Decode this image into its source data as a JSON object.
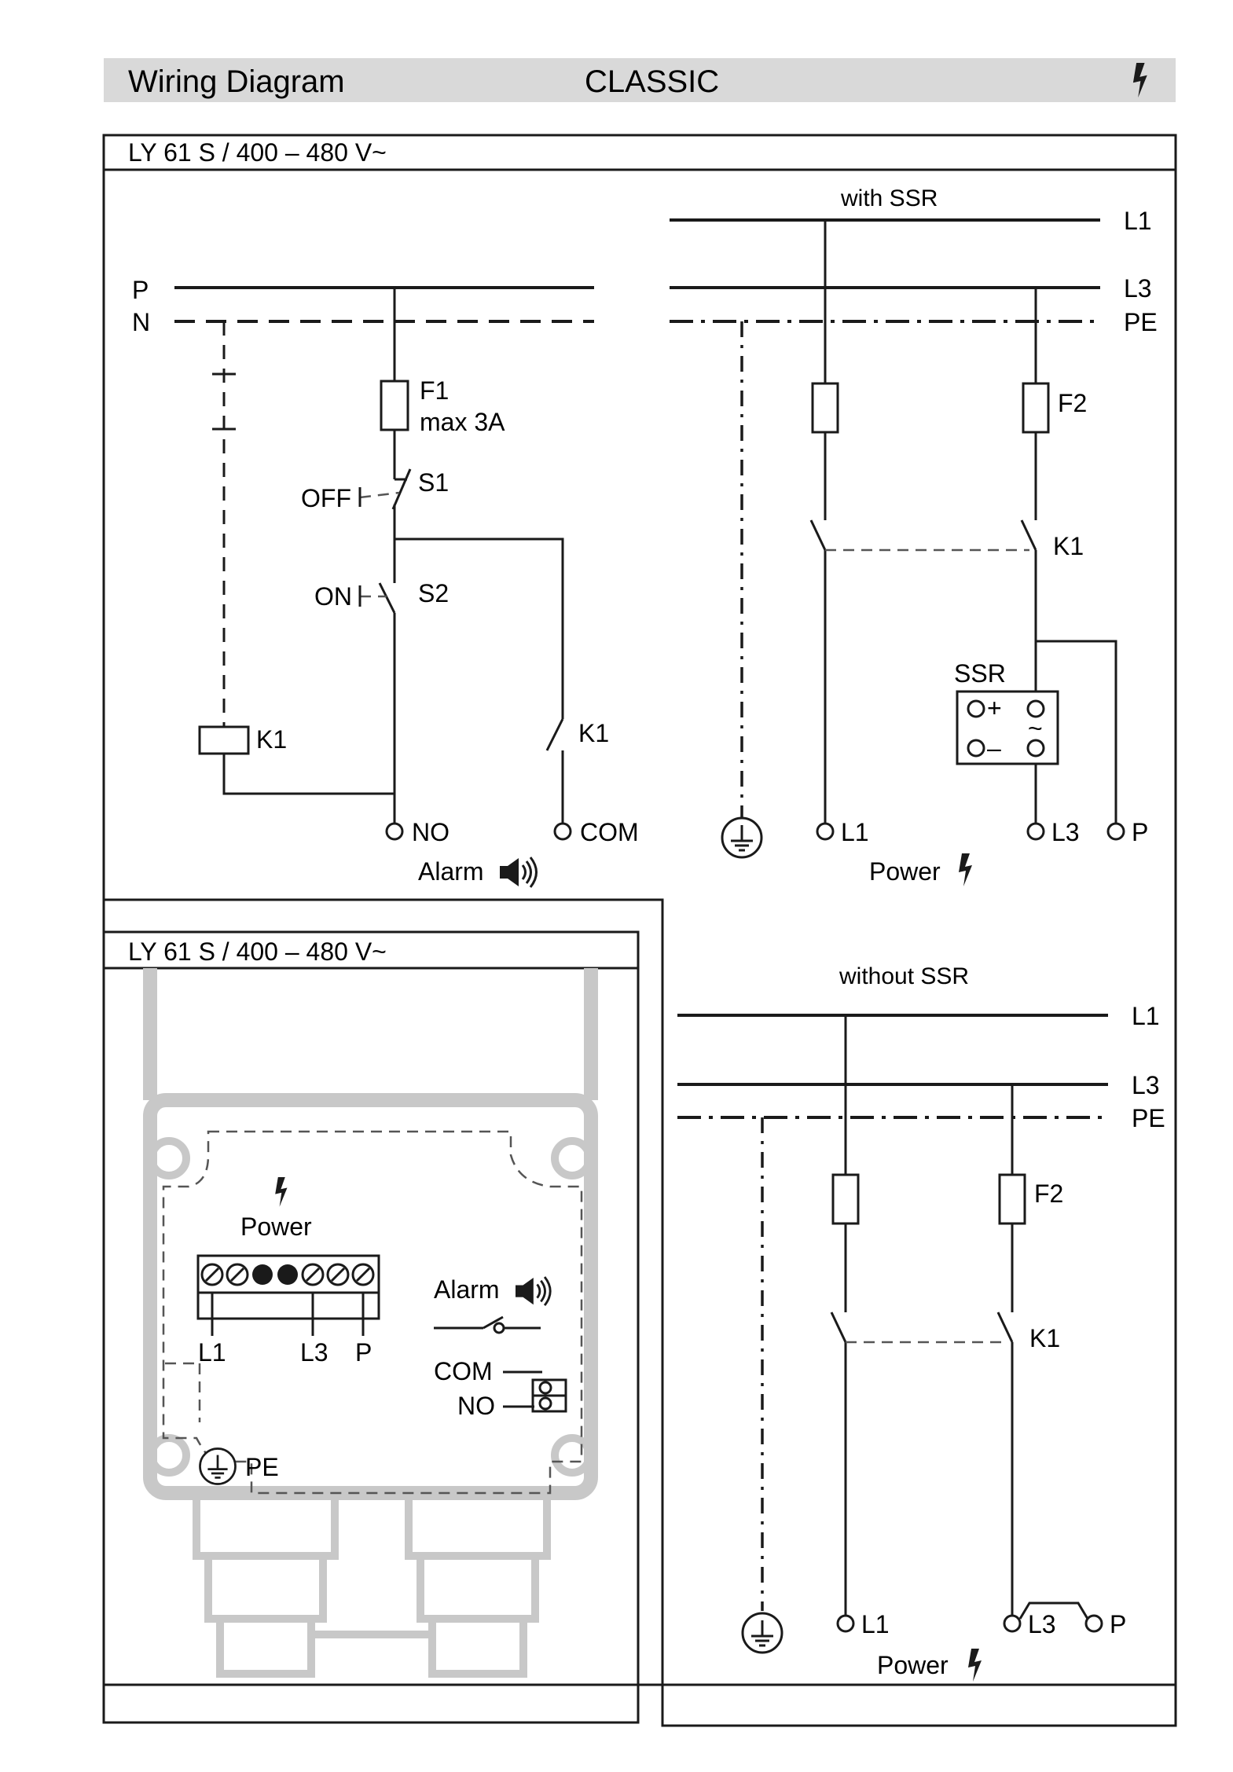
{
  "header": {
    "title": "Wiring Diagram",
    "center": "CLASSIC"
  },
  "panel_top": {
    "model": "LY 61 S / 400 – 480 V~",
    "alarm_circuit": {
      "rail_p": "P",
      "rail_n": "N",
      "fuse_label": "F1",
      "fuse_rating": "max 3A",
      "switch_off_label": "OFF",
      "switch_s1": "S1",
      "switch_on_label": "ON",
      "switch_s2": "S2",
      "relay_coil": "K1",
      "relay_contact": "K1",
      "terminal_no": "NO",
      "terminal_com": "COM",
      "caption": "Alarm"
    },
    "power_ssr": {
      "heading": "with SSR",
      "line_l1": "L1",
      "line_l3": "L3",
      "line_pe": "PE",
      "fuse": "F2",
      "contactor": "K1",
      "ssr": "SSR",
      "ssr_plus": "+",
      "ssr_minus": "–",
      "ssr_ac": "~",
      "terminals": [
        "L1",
        "L3",
        "P"
      ],
      "caption": "Power"
    }
  },
  "panel_bottom": {
    "model": "LY 61 S / 400 – 480 V~",
    "housing": {
      "power_label": "Power",
      "power_terminals": [
        "L1",
        "L3",
        "P"
      ],
      "pe_label": "PE",
      "alarm_label": "Alarm",
      "com_label": "COM",
      "no_label": "NO"
    },
    "power_no_ssr": {
      "heading": "without SSR",
      "line_l1": "L1",
      "line_l3": "L3",
      "line_pe": "PE",
      "fuse": "F2",
      "contactor": "K1",
      "terminals": [
        "L1",
        "L3",
        "P"
      ],
      "caption": "Power"
    }
  },
  "icons": [
    "lightning-icon",
    "speaker-icon",
    "ground-icon"
  ]
}
